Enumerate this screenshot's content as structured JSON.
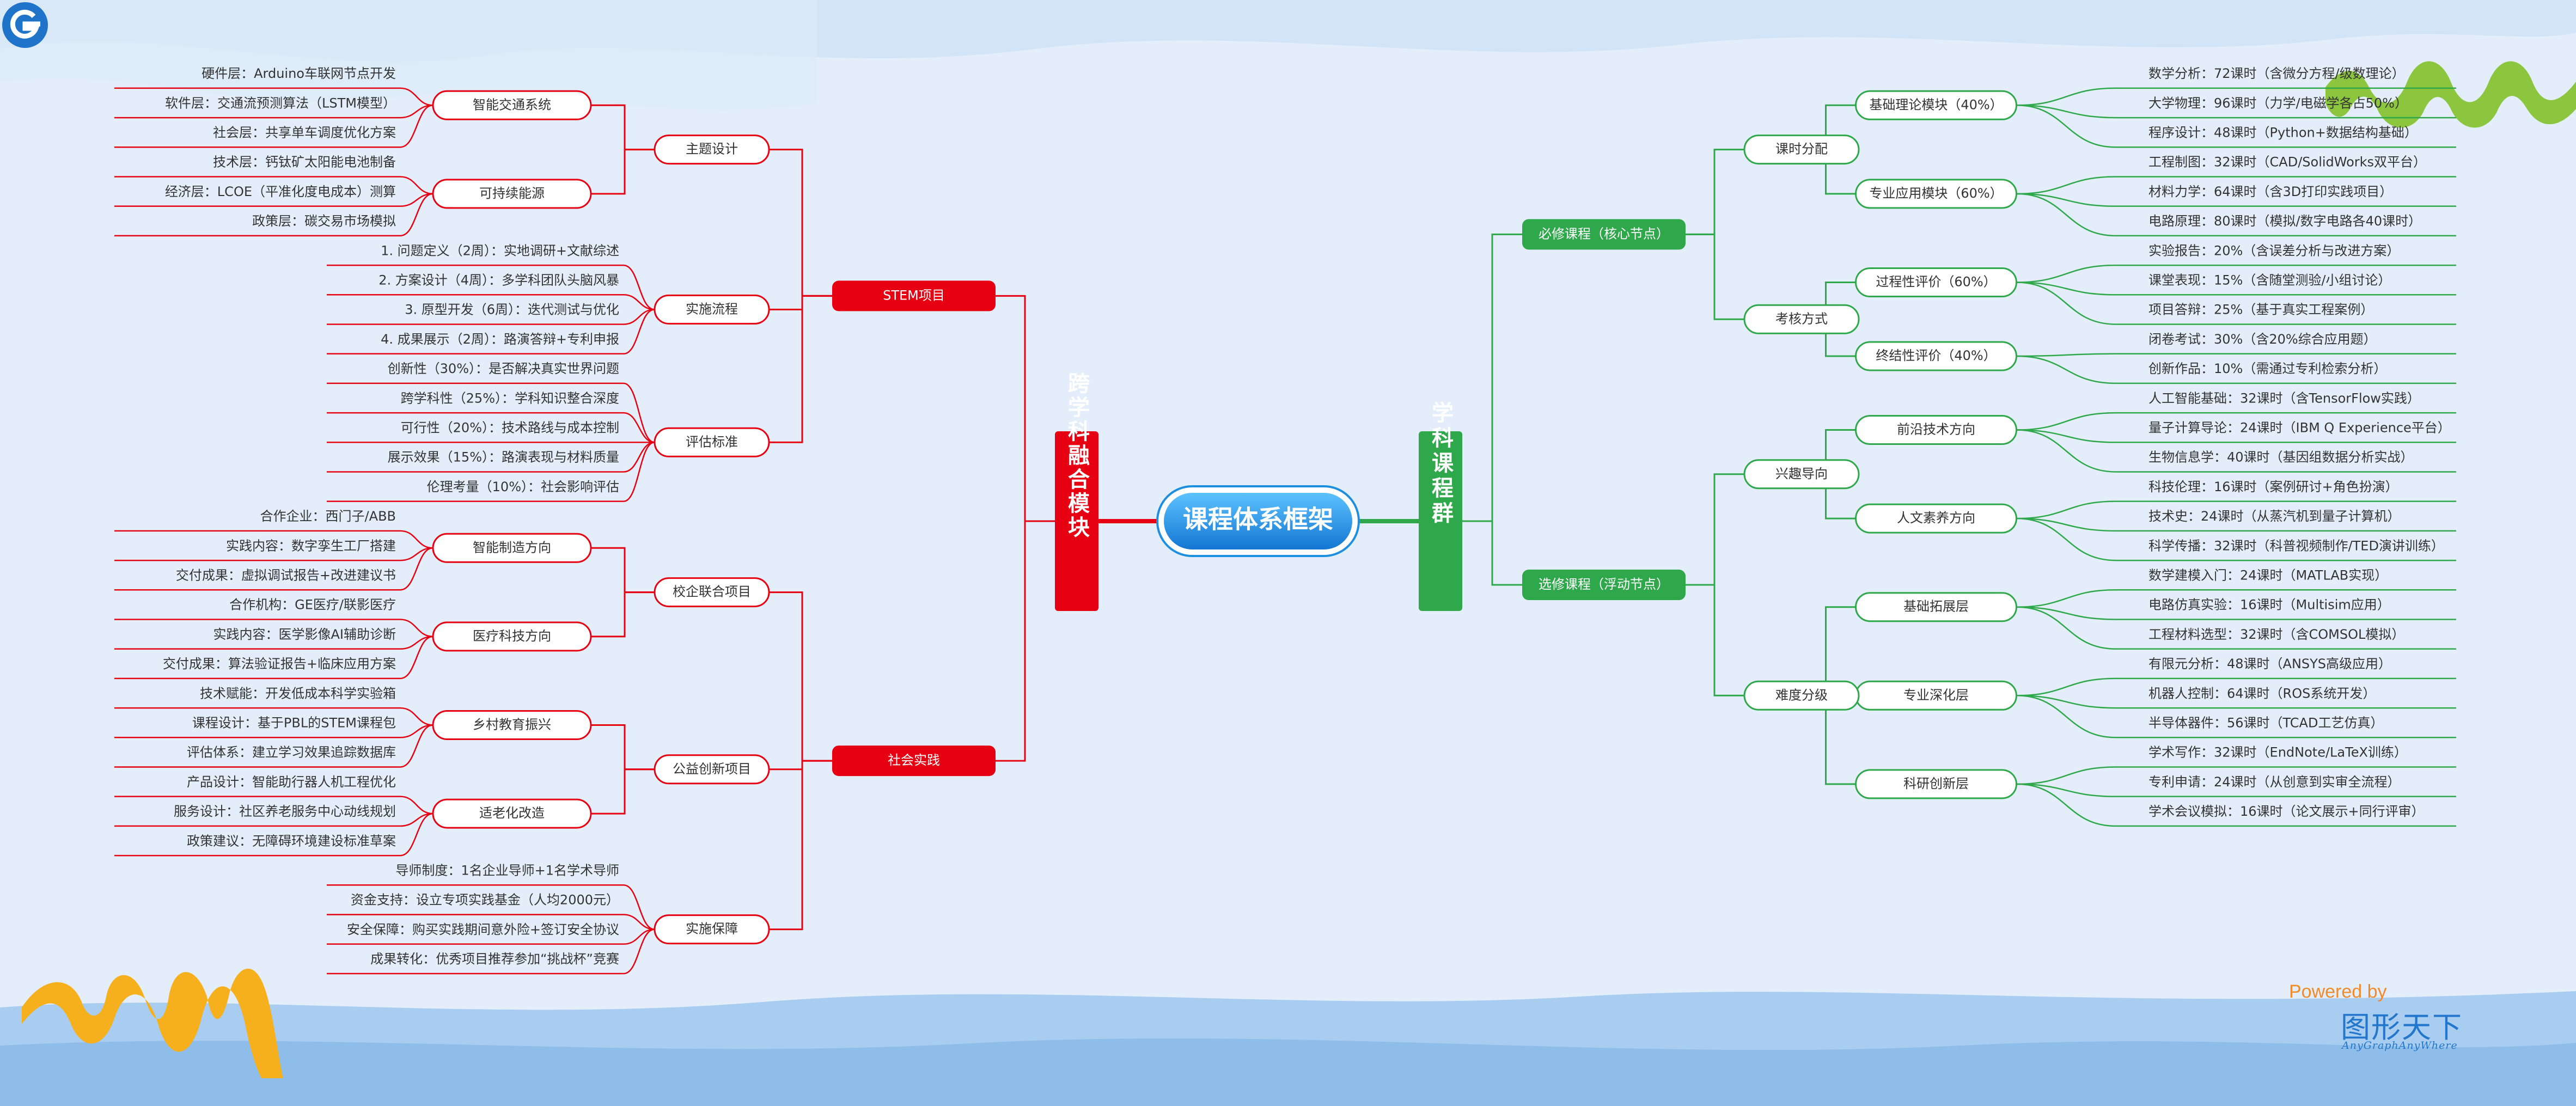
{
  "center": "课程体系框架",
  "colors": {
    "left": "#e60012",
    "right": "#2ea84a",
    "center": "#1e8fe0"
  },
  "left": {
    "title": "跨学科融合模块",
    "branches": [
      {
        "label": "STEM项目",
        "children": [
          {
            "label": "主题设计",
            "children": [
              {
                "label": "智能交通系统",
                "leaves": [
                  "硬件层：Arduino车联网节点开发",
                  "软件层：交通流预测算法（LSTM模型）",
                  "社会层：共享单车调度优化方案"
                ]
              },
              {
                "label": "可持续能源",
                "leaves": [
                  "技术层：钙钛矿太阳能电池制备",
                  "经济层：LCOE（平准化度电成本）测算",
                  "政策层：碳交易市场模拟"
                ]
              }
            ]
          },
          {
            "label": "实施流程",
            "leaves": [
              "1. 问题定义（2周）：实地调研+文献综述",
              "2. 方案设计（4周）：多学科团队头脑风暴",
              "3. 原型开发（6周）：迭代测试与优化",
              "4. 成果展示（2周）：路演答辩+专利申报"
            ]
          },
          {
            "label": "评估标准",
            "leaves": [
              "创新性（30%）：是否解决真实世界问题",
              "跨学科性（25%）：学科知识整合深度",
              "可行性（20%）：技术路线与成本控制",
              "展示效果（15%）：路演表现与材料质量",
              "伦理考量（10%）：社会影响评估"
            ]
          }
        ]
      },
      {
        "label": "社会实践",
        "children": [
          {
            "label": "校企联合项目",
            "children": [
              {
                "label": "智能制造方向",
                "leaves": [
                  "合作企业：西门子/ABB",
                  "实践内容：数字孪生工厂搭建",
                  "交付成果：虚拟调试报告+改进建议书"
                ]
              },
              {
                "label": "医疗科技方向",
                "leaves": [
                  "合作机构：GE医疗/联影医疗",
                  "实践内容：医学影像AI辅助诊断",
                  "交付成果：算法验证报告+临床应用方案"
                ]
              }
            ]
          },
          {
            "label": "公益创新项目",
            "children": [
              {
                "label": "乡村教育振兴",
                "leaves": [
                  "技术赋能：开发低成本科学实验箱",
                  "课程设计：基于PBL的STEM课程包",
                  "评估体系：建立学习效果追踪数据库"
                ]
              },
              {
                "label": "适老化改造",
                "leaves": [
                  "产品设计：智能助行器人机工程优化",
                  "服务设计：社区养老服务中心动线规划",
                  "政策建议：无障碍环境建设标准草案"
                ]
              }
            ]
          },
          {
            "label": "实施保障",
            "leaves": [
              "导师制度：1名企业导师+1名学术导师",
              "资金支持：设立专项实践基金（人均2000元）",
              "安全保障：购买实践期间意外险+签订安全协议",
              "成果转化：优秀项目推荐参加“挑战杯”竞赛"
            ]
          }
        ]
      }
    ]
  },
  "right": {
    "title": "学科课程群",
    "branches": [
      {
        "label": "必修课程（核心节点）",
        "children": [
          {
            "label": "课时分配",
            "children": [
              {
                "label": "基础理论模块（40%）",
                "leaves": [
                  "数学分析：72课时（含微分方程/级数理论）",
                  "大学物理：96课时（力学/电磁学各占50%）",
                  "程序设计：48课时（Python+数据结构基础）"
                ]
              },
              {
                "label": "专业应用模块（60%）",
                "leaves": [
                  "工程制图：32课时（CAD/SolidWorks双平台）",
                  "材料力学：64课时（含3D打印实践项目）",
                  "电路原理：80课时（模拟/数字电路各40课时）"
                ]
              }
            ]
          },
          {
            "label": "考核方式",
            "children": [
              {
                "label": "过程性评价（60%）",
                "leaves": [
                  "实验报告：20%（含误差分析与改进方案）",
                  "课堂表现：15%（含随堂测验/小组讨论）",
                  "项目答辩：25%（基于真实工程案例）"
                ]
              },
              {
                "label": "终结性评价（40%）",
                "leaves": [
                  "闭卷考试：30%（含20%综合应用题）",
                  "创新作品：10%（需通过专利检索分析）"
                ]
              }
            ]
          }
        ]
      },
      {
        "label": "选修课程（浮动节点）",
        "children": [
          {
            "label": "兴趣导向",
            "children": [
              {
                "label": "前沿技术方向",
                "leaves": [
                  "人工智能基础：32课时（含TensorFlow实践）",
                  "量子计算导论：24课时（IBM Q Experience平台）",
                  "生物信息学：40课时（基因组数据分析实战）"
                ]
              },
              {
                "label": "人文素养方向",
                "leaves": [
                  "科技伦理：16课时（案例研讨+角色扮演）",
                  "技术史：24课时（从蒸汽机到量子计算机）",
                  "科学传播：32课时（科普视频制作/TED演讲训练）"
                ]
              }
            ]
          },
          {
            "label": "难度分级",
            "children": [
              {
                "label": "基础拓展层",
                "leaves": [
                  "数学建模入门：24课时（MATLAB实现）",
                  "电路仿真实验：16课时（Multisim应用）",
                  "工程材料选型：32课时（含COMSOL模拟）"
                ]
              },
              {
                "label": "专业深化层",
                "leaves": [
                  "有限元分析：48课时（ANSYS高级应用）",
                  "机器人控制：64课时（ROS系统开发）",
                  "半导体器件：56课时（TCAD工艺仿真）"
                ]
              },
              {
                "label": "科研创新层",
                "leaves": [
                  "学术写作：32课时（EndNote/LaTeX训练）",
                  "专利申请：24课时（从创意到实审全流程）",
                  "学术会议模拟：16课时（论文展示+同行评审）"
                ]
              }
            ]
          }
        ]
      }
    ]
  },
  "credit": {
    "powered": "Powered by",
    "brand": "图形天下",
    "sub": "AnyGraphAnyWhere"
  }
}
